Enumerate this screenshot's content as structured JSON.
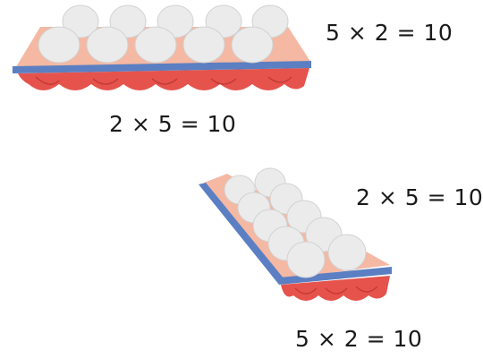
{
  "equations": {
    "tray1_side": "5 × 2 = 10",
    "tray1_front": "2 × 5 = 10",
    "tray2_side": "2 × 5 = 10",
    "tray2_front": "5 × 2 = 10"
  },
  "colors": {
    "egg": "#ebebeb",
    "egg_outline": "#d2d2d2",
    "tray_top": "#f4b8a3",
    "tray_bottom": "#e5534c",
    "tray_edge": "#5b7fc2"
  }
}
